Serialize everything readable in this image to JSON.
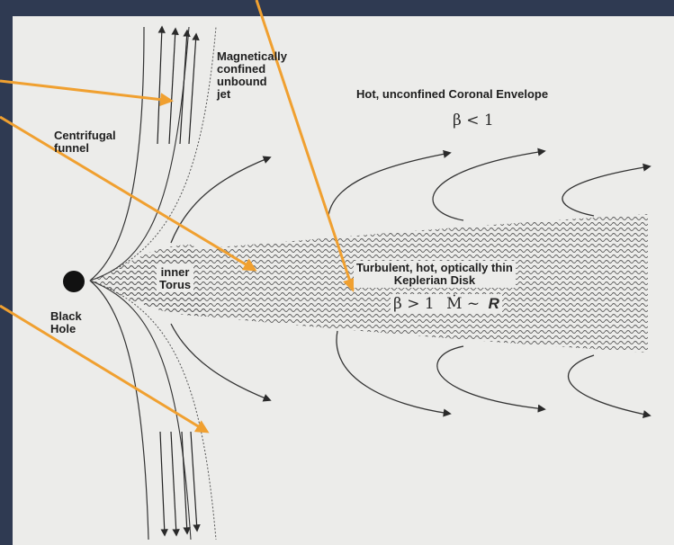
{
  "labels": {
    "jet": [
      "Magnetically",
      "confined",
      "unbound",
      "jet"
    ],
    "funnel": [
      "Centrifugal",
      "funnel"
    ],
    "corona": "Hot, unconfined Coronal Envelope",
    "corona_beta": "β < 1",
    "torus": [
      "inner",
      "Torus"
    ],
    "disk": [
      "Turbulent, hot, optically thin",
      "Keplerian Disk"
    ],
    "disk_beta": "β > 1",
    "disk_mdot": "Ṁ ~",
    "disk_r": "R",
    "black_hole": [
      "Black",
      "Hole"
    ]
  },
  "colors": {
    "frame": "#2f3a52",
    "panel": "#ececea",
    "pointer": "#f0a030",
    "ink": "#1e1e1e",
    "hatch": "#555555"
  }
}
